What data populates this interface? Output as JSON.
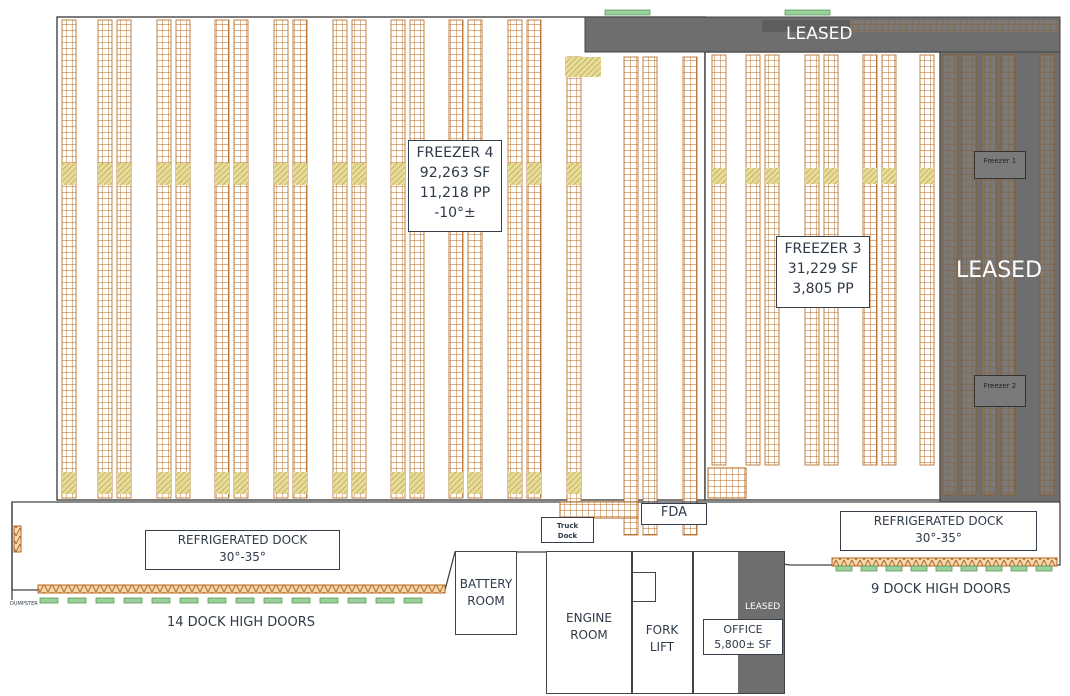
{
  "freezer4": {
    "name": "FREEZER 4",
    "area": "92,263 SF",
    "pallets": "11,218 PP",
    "temp": "-10°±"
  },
  "freezer3": {
    "name": "FREEZER 3",
    "area": "31,229 SF",
    "pallets": "3,805 PP"
  },
  "leased_top": "LEASED",
  "leased_right": "LEASED",
  "freezer1_label": "Freezer 1",
  "freezer2_label": "Freezer 2",
  "fda": "FDA",
  "truck_dock": "Truck Dock",
  "dock_left": {
    "title": "REFRIGERATED DOCK",
    "temp": "30°-35°"
  },
  "dock_right": {
    "title": "REFRIGERATED DOCK",
    "temp": "30°-35°"
  },
  "doors_left": "14 DOCK HIGH DOORS",
  "doors_right": "9 DOCK HIGH DOORS",
  "dumpster": "DUMPSTER",
  "battery_room": "BATTERY ROOM",
  "engine_room": "ENGINE ROOM",
  "fork_lift": "FORK LIFT",
  "office": {
    "name": "OFFICE",
    "area": "5,800± SF",
    "leased": "LEASED"
  },
  "colors": {
    "rack": "#b5651d",
    "rack_dark": "#8a4513",
    "leased": "#6e6e6e",
    "leased_dark": "#555555",
    "line": "#444444",
    "hatch": "#c9b35a",
    "door": "#7fc97f"
  }
}
